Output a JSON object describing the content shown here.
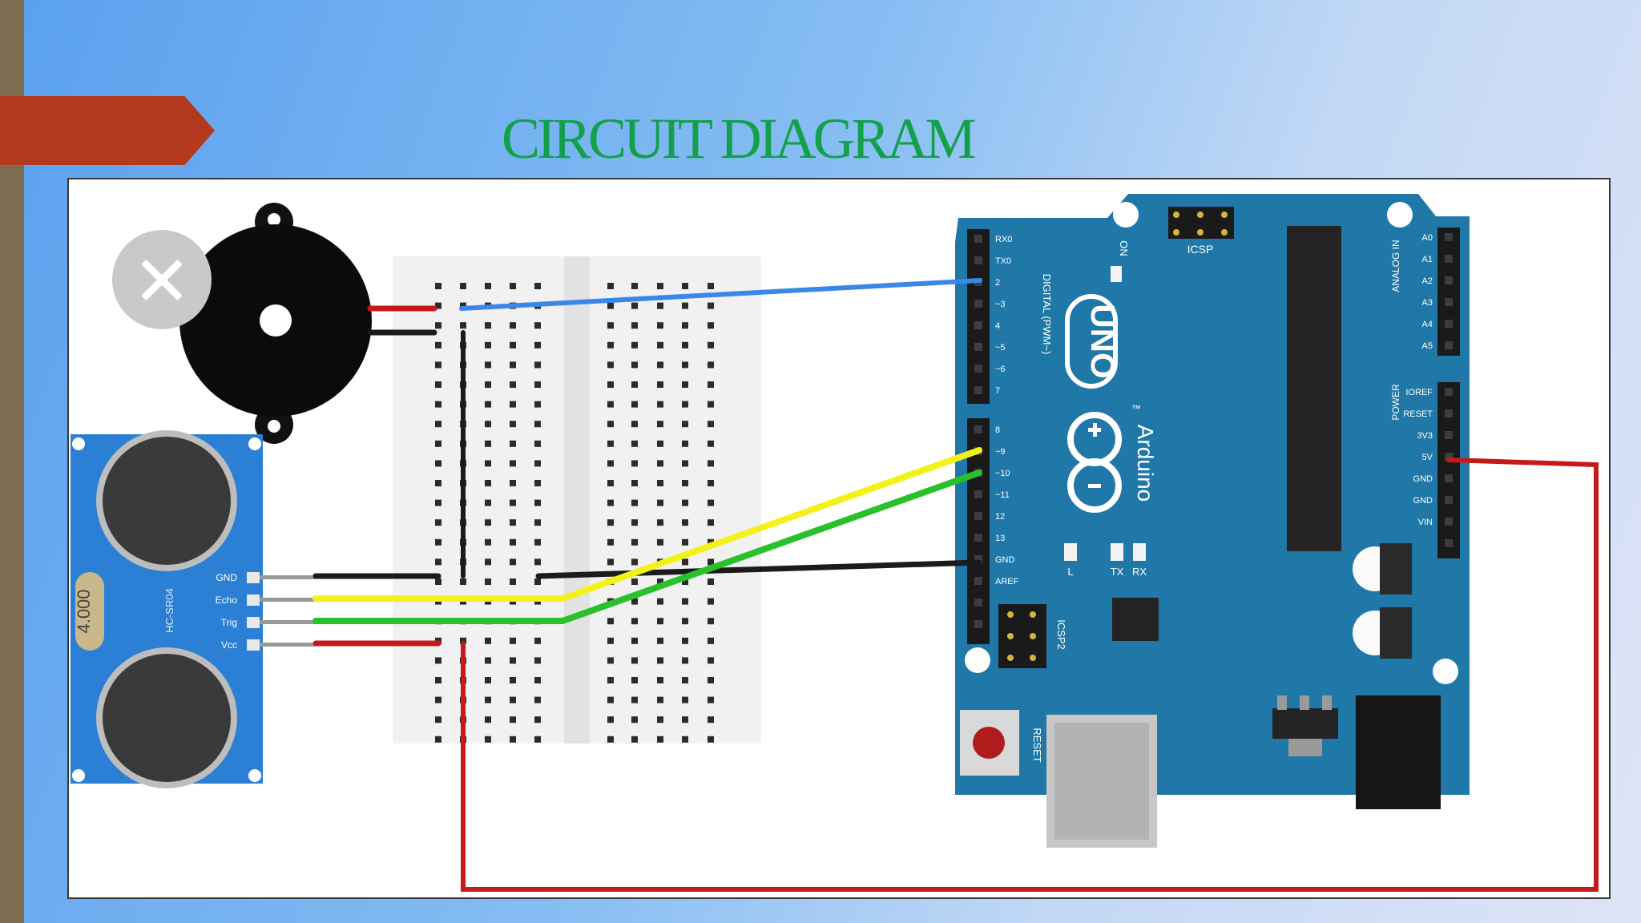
{
  "slide": {
    "title": "CIRCUIT DIAGRAM"
  },
  "arduino": {
    "board_label": "UNO",
    "brand_label": "Arduino",
    "trademark": "™",
    "header_label_digital": "DIGITAL (PWM~)",
    "header_label_analog": "ANALOG IN",
    "header_label_power": "POWER",
    "on_label": "ON",
    "l_label": "L",
    "tx_label": "TX",
    "rx_label": "RX",
    "reset_label": "RESET",
    "icsp_label": "ICSP",
    "icsp2_label": "ICSP2",
    "aref_label": "AREF",
    "gnd_label": "GND",
    "pin_labels_top": [
      "RX0",
      "TX0",
      "2",
      "~3",
      "4",
      "~5",
      "~6",
      "7"
    ],
    "pin_labels_bottom": [
      "8",
      "~9",
      "~10",
      "~11",
      "12",
      "13"
    ],
    "analog_pins": [
      "A0",
      "A1",
      "A2",
      "A3",
      "A4",
      "A5"
    ],
    "power_pins": [
      "IOREF",
      "RESET",
      "3V3",
      "5V",
      "GND",
      "GND",
      "VIN"
    ]
  },
  "sensor": {
    "pin_labels": [
      "GND",
      "Echo",
      "Trig",
      "Vcc"
    ],
    "crystal_label": "4.000",
    "model_label": "HC-SR04"
  },
  "colors": {
    "board_blue": "#1f78a8",
    "sensor_blue": "#2b7fd4",
    "wire_red": "#c61a1a",
    "wire_blue": "#3b87e8",
    "wire_yellow": "#f2f21a",
    "wire_green": "#28c12c",
    "wire_black": "#1b1b1b",
    "title_green": "#12a04a",
    "accent_red": "#b3391c"
  },
  "icons": {
    "close": "close-icon"
  }
}
